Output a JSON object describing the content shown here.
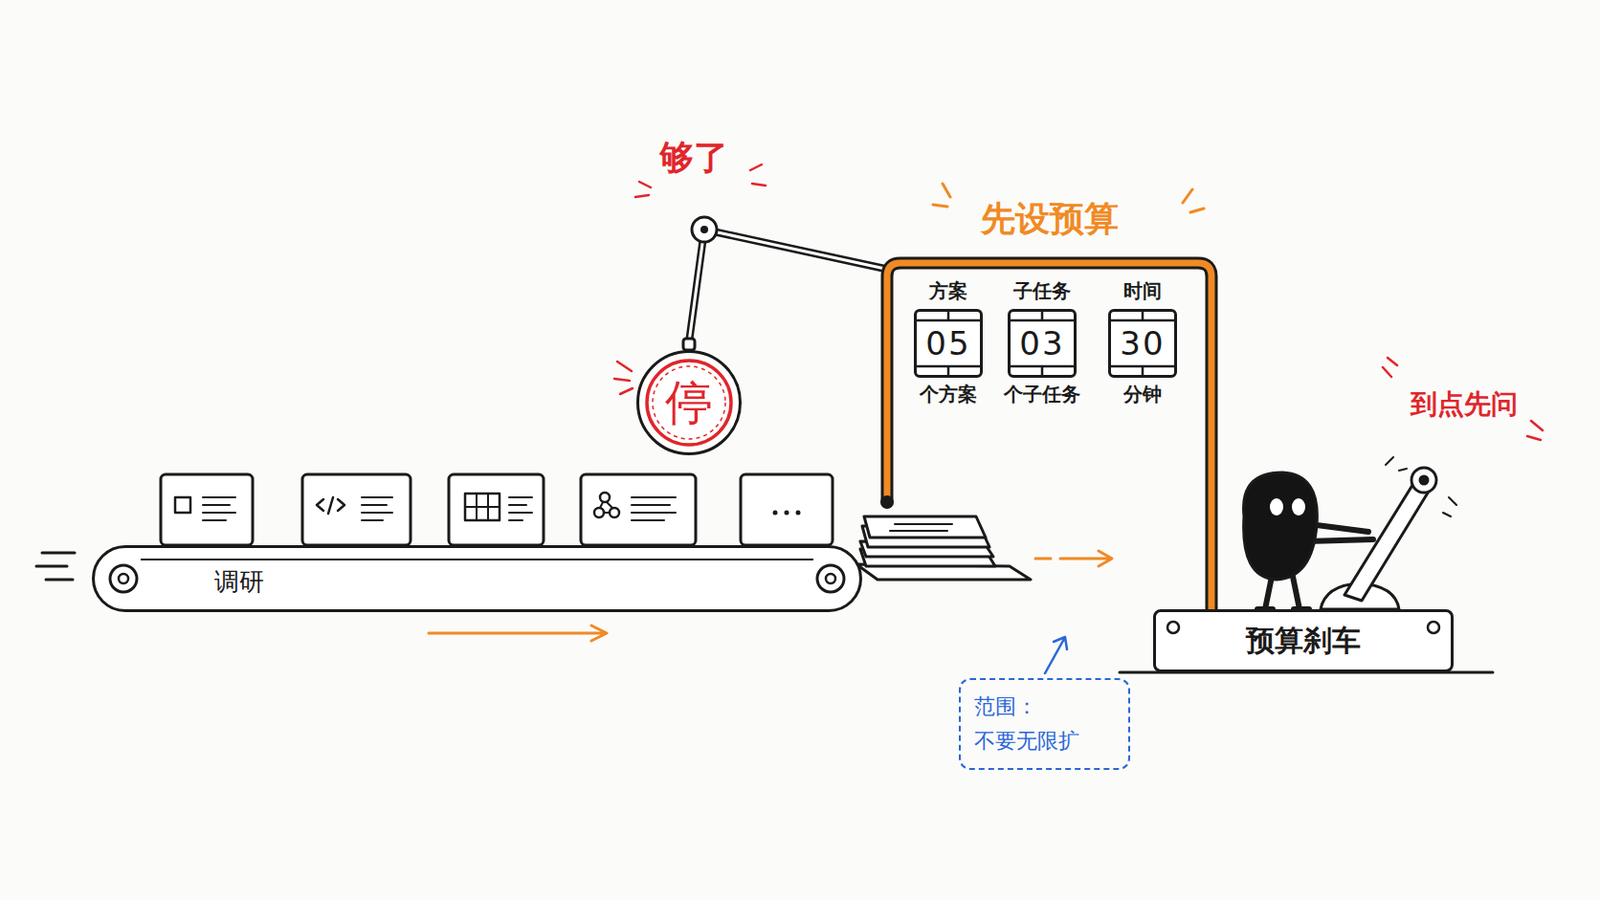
{
  "diagram": {
    "nodes": [
      {
        "text": [
          "调研"
        ]
      },
      {
        "text": [
          "停"
        ]
      },
      {
        "text": [
          "先设预算"
        ]
      },
      {
        "text": [
          "方案",
          "05",
          "个方案"
        ],
        "in": 2
      },
      {
        "text": [
          "子任务",
          "03",
          "个子任务"
        ],
        "in": 2
      },
      {
        "text": [
          "时间",
          "30",
          "分钟"
        ],
        "in": 2
      },
      {
        "text": [
          "预算刹车"
        ]
      },
      {
        "text": [
          "范围： 不要无限扩"
        ]
      }
    ],
    "edges": [
      {
        "from": 2,
        "to": 1,
        "arrow": "none"
      }
    ],
    "labels": [
      "够了",
      "到点先问"
    ]
  }
}
